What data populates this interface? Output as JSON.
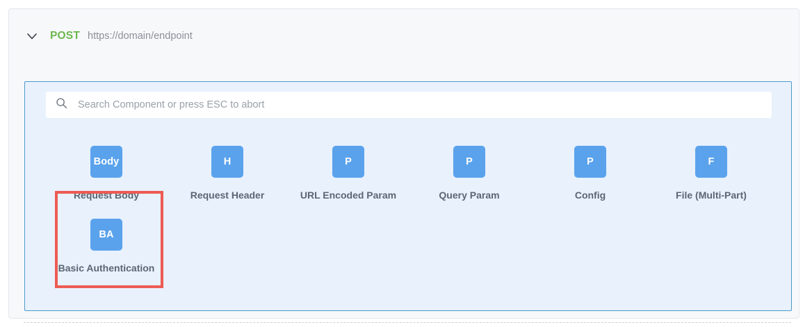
{
  "request": {
    "collapse_icon": "chevron-down-icon",
    "method": "POST",
    "url": "https://domain/endpoint"
  },
  "search": {
    "icon": "search-icon",
    "value": "",
    "placeholder": "Search Component or press ESC to abort"
  },
  "palette": {
    "components": [
      {
        "badge": "Body",
        "label": "Request Body",
        "highlighted": false
      },
      {
        "badge": "H",
        "label": "Request Header",
        "highlighted": false
      },
      {
        "badge": "P",
        "label": "URL Encoded Param",
        "highlighted": false
      },
      {
        "badge": "P",
        "label": "Query Param",
        "highlighted": false
      },
      {
        "badge": "P",
        "label": "Config",
        "highlighted": false
      },
      {
        "badge": "F",
        "label": "File (Multi-Part)",
        "highlighted": false
      },
      {
        "badge": "BA",
        "label": "Basic Authentication",
        "highlighted": true
      }
    ]
  },
  "colors": {
    "method_green": "#6cb74f",
    "tile_blue": "#5aa2ec",
    "panel_background": "#e8f1fc",
    "panel_border": "#4d9ac9",
    "highlight_red": "#ee5b52",
    "label_gray": "#5c6673",
    "card_background": "#f7f8fa"
  }
}
